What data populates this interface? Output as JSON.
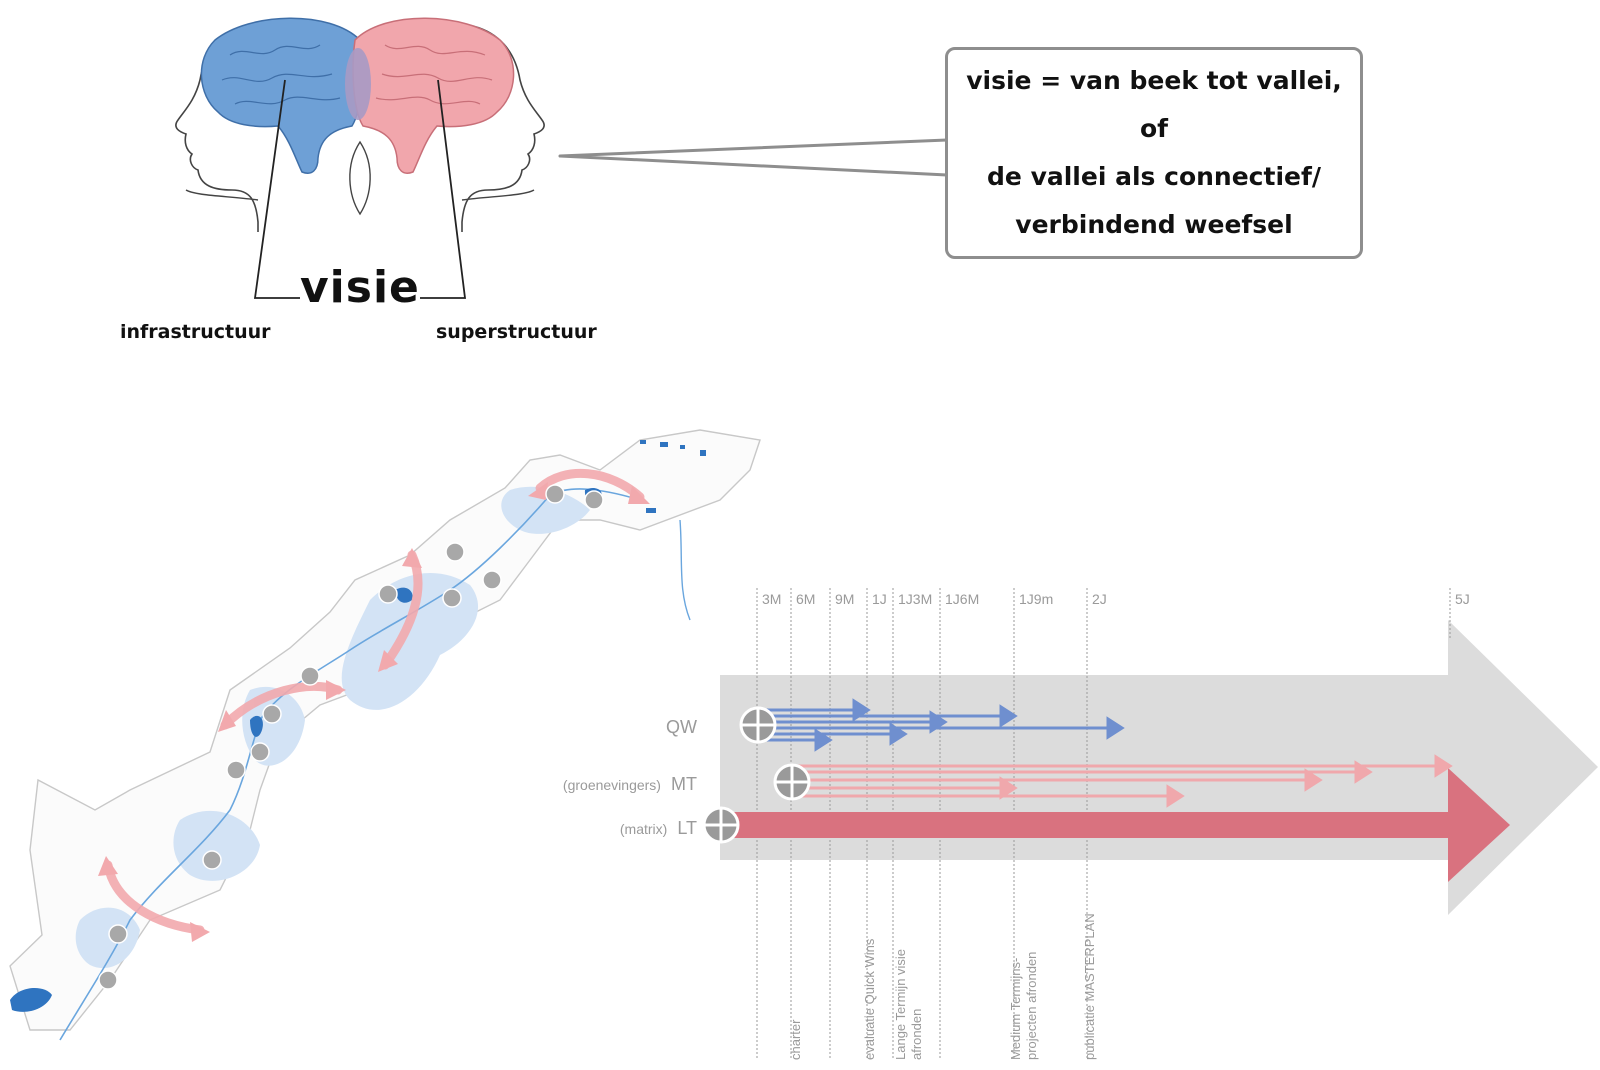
{
  "callout": {
    "text": "visie = van beek tot vallei, of\nde vallei als connectief/\nverbindend weefsel"
  },
  "brain_diagram": {
    "center_label": "visie",
    "left_label": "infrastructuur",
    "right_label": "superstructuur",
    "colors": {
      "left_brain": "#6ea0d6",
      "right_brain": "#f1a6ac",
      "overlap": "#a79ac4"
    }
  },
  "timeline": {
    "ticks": [
      {
        "label": "3M",
        "pos": 0
      },
      {
        "label": "6M",
        "pos": 1
      },
      {
        "label": "9M",
        "pos": 2
      },
      {
        "label": "1J",
        "pos": 3
      },
      {
        "label": "1J3M",
        "pos": 4
      },
      {
        "label": "1J6M",
        "pos": 5
      },
      {
        "label": "1J9m",
        "pos": 6
      },
      {
        "label": "2J",
        "pos": 7
      },
      {
        "label": "5J",
        "pos": 8
      }
    ],
    "rows": [
      {
        "label": "QW",
        "prefix": "",
        "color": "#6f8fcf"
      },
      {
        "label": "MT",
        "prefix": "(groenevingers)",
        "color": "#f0a8ac"
      },
      {
        "label": "LT",
        "prefix": "(matrix)",
        "color": "#d9727f"
      }
    ],
    "milestones": [
      {
        "label": "charter"
      },
      {
        "label": "evaluatie Quick Wins"
      },
      {
        "label": "Lange Termijn visie",
        "label2": "afronden"
      },
      {
        "label": "Medium Termijns-",
        "label2": "projecten afronden"
      },
      {
        "label": "publicatie MASTERPLAN"
      }
    ],
    "colors": {
      "band": "#dcdcdc",
      "qw": "#6f8fcf",
      "mt": "#f0a8ac",
      "lt": "#d9727f"
    }
  },
  "map": {
    "colors": {
      "area": "#d3e3f5",
      "water": "#2f74c0",
      "outline": "#c8c8c8",
      "arrow": "#f2a9ad",
      "node": "#a8a8a8"
    }
  }
}
